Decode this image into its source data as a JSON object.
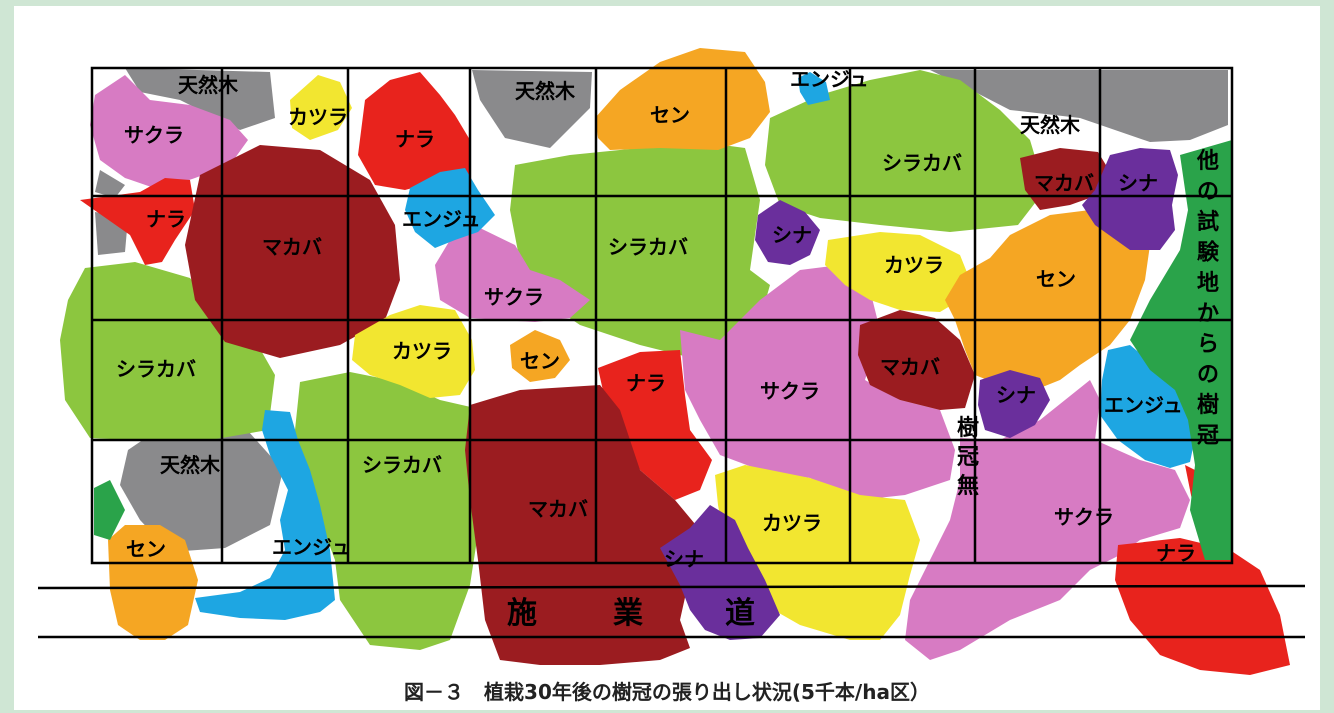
{
  "colors": {
    "katsura": "#f2e630",
    "sen": "#f5a623",
    "shirakaba": "#8cc63f",
    "sakura": "#d77bc3",
    "nara": "#e8231d",
    "makaba": "#9b1c20",
    "enju": "#1ea6e2",
    "shina": "#6a2f9c",
    "tennen": "#8a8a8c",
    "other_plot": "#2aa34a",
    "background": "#cfe6d4"
  },
  "labels": {
    "tennen": "天然木",
    "sakura": "サクラ",
    "katsura": "カツラ",
    "nara": "ナラ",
    "sen": "セン",
    "enju": "エンジュ",
    "shirakaba": "シラカバ",
    "makaba": "マカバ",
    "shina": "シナ"
  },
  "side_label_chars": [
    "他",
    "の",
    "試",
    "験",
    "地",
    "か",
    "ら",
    "の",
    "樹",
    "冠"
  ],
  "no_crown_chars": [
    "樹",
    "冠",
    "無"
  ],
  "road_chars": [
    "施",
    "業",
    "道"
  ],
  "caption": "図－３　植栽30年後の樹冠の張り出し状況(5千本/ha区）"
}
